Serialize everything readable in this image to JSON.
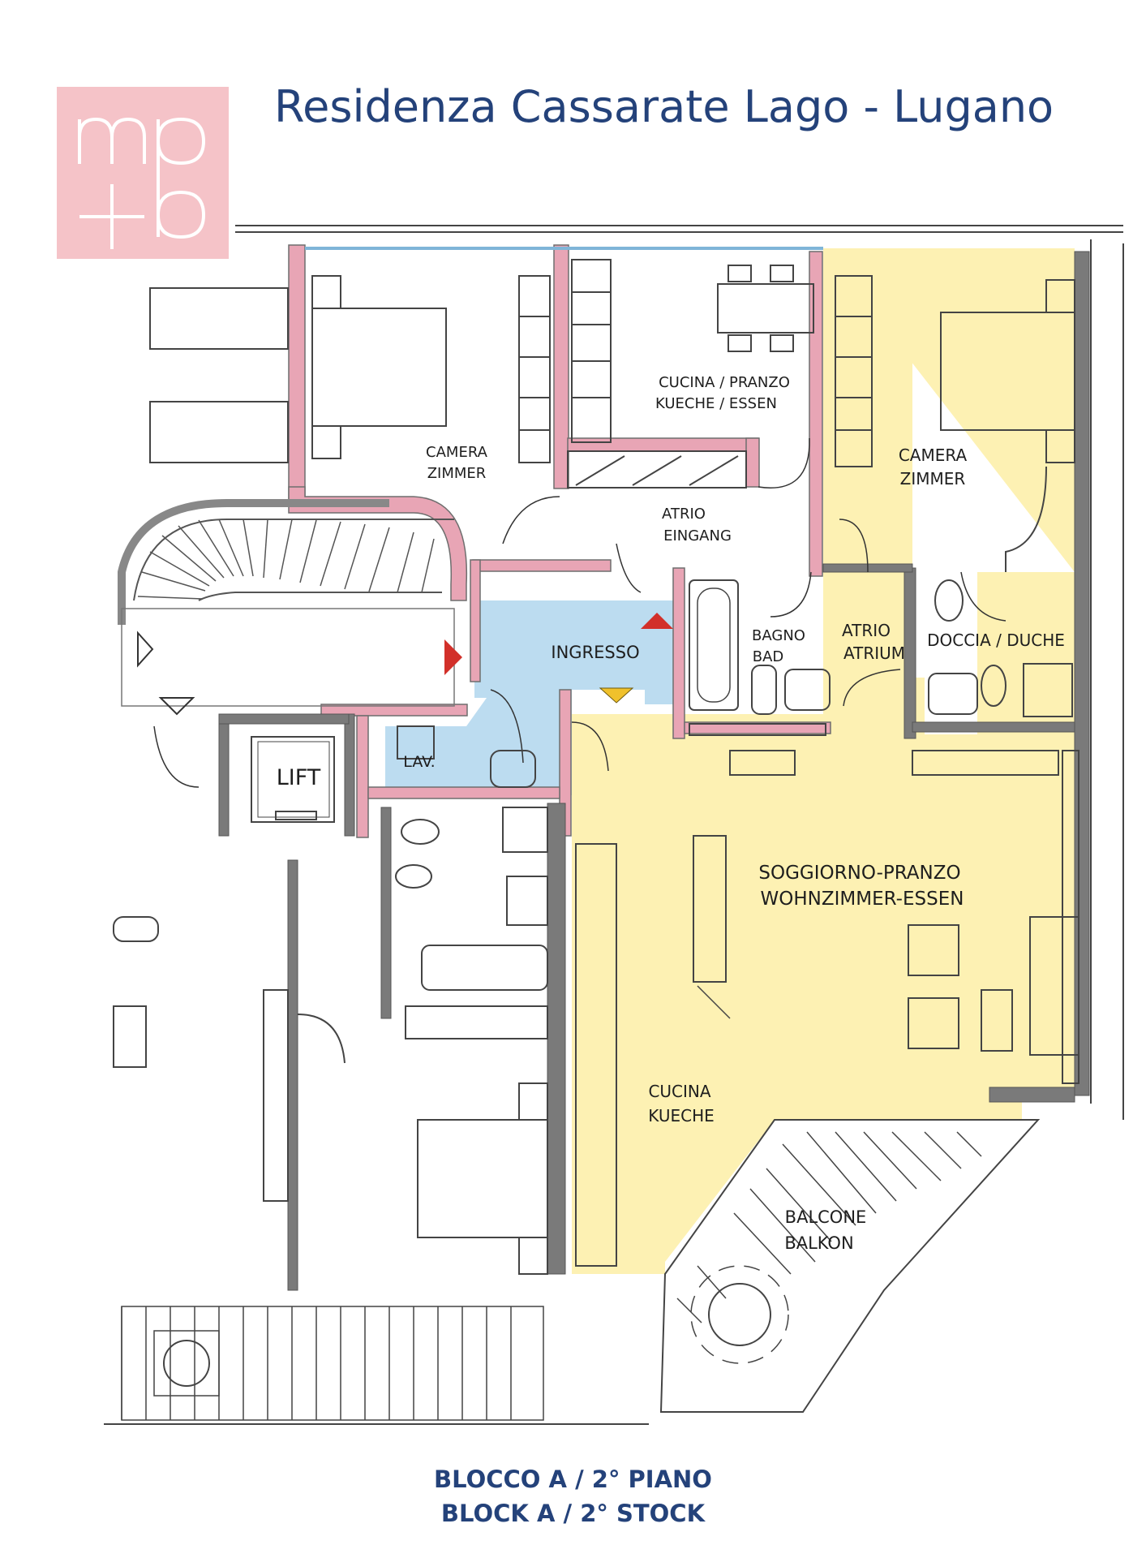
{
  "title": "Residenza Cassarate Lago - Lugano",
  "logo": {
    "top": "mp",
    "bottom": "+b"
  },
  "footer": {
    "line1": "BLOCCO A / 2° PIANO",
    "line2": "BLOCK A / 2° STOCK"
  },
  "rooms": {
    "camera_left": {
      "line1": "CAMERA",
      "line2": "ZIMMER"
    },
    "cucina_top": {
      "line1": "CUCINA / PRANZO",
      "line2": "KUECHE / ESSEN"
    },
    "camera_right": {
      "line1": "CAMERA",
      "line2": "ZIMMER"
    },
    "atrio_eingang": {
      "line1": "ATRIO",
      "line2": "EINGANG"
    },
    "ingresso": {
      "line1": "INGRESSO"
    },
    "bagno": {
      "line1": "BAGNO",
      "line2": "BAD"
    },
    "atrio_atrium": {
      "line1": "ATRIO",
      "line2": "ATRIUM"
    },
    "doccia": {
      "line1": "DOCCIA / DUCHE"
    },
    "lift": {
      "line1": "LIFT"
    },
    "lav": {
      "line1": "LAV."
    },
    "soggiorno": {
      "line1": "SOGGIORNO-PRANZO",
      "line2": "WOHNZIMMER-ESSEN"
    },
    "cucina_bottom": {
      "line1": "CUCINA",
      "line2": "KUECHE"
    },
    "balcone": {
      "line1": "BALCONE",
      "line2": "BALKON"
    }
  },
  "colors": {
    "apartment_fill": "#fdf1b3",
    "entrance_fill": "#bcdcf0",
    "wall_pink": "#e8a5b5",
    "wall_dark": "#6e6e6e",
    "marker_red": "#d2302a",
    "marker_yellow": "#f0c12c",
    "title_blue": "#24427a",
    "logo_bg": "#f5c3c8"
  }
}
